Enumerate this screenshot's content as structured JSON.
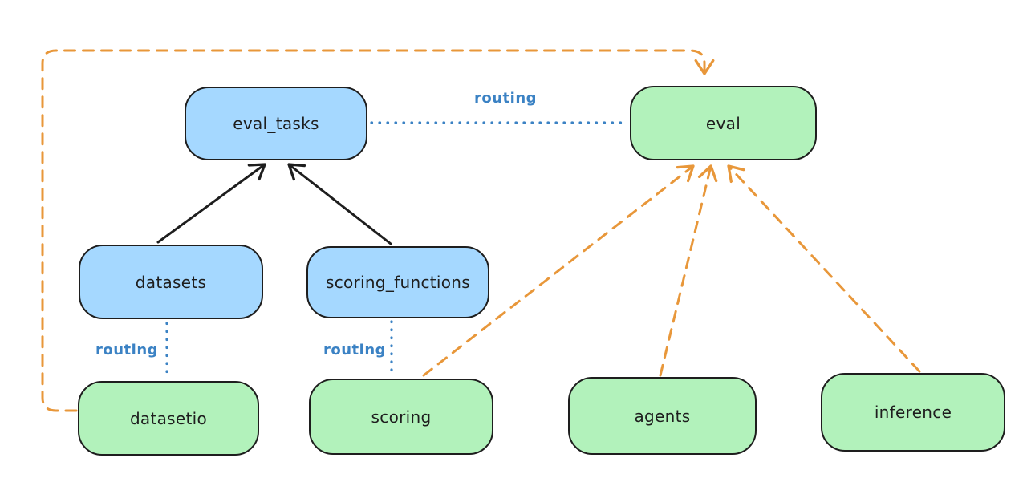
{
  "diagram": {
    "nodes": [
      {
        "id": "eval_tasks",
        "label": "eval_tasks",
        "fill": "#a5d8ff"
      },
      {
        "id": "eval",
        "label": "eval",
        "fill": "#b2f2bb"
      },
      {
        "id": "datasets",
        "label": "datasets",
        "fill": "#a5d8ff"
      },
      {
        "id": "scoring_functions",
        "label": "scoring_functions",
        "fill": "#a5d8ff"
      },
      {
        "id": "datasetio",
        "label": "datasetio",
        "fill": "#b2f2bb"
      },
      {
        "id": "scoring",
        "label": "scoring",
        "fill": "#b2f2bb"
      },
      {
        "id": "agents",
        "label": "agents",
        "fill": "#b2f2bb"
      },
      {
        "id": "inference",
        "label": "inference",
        "fill": "#b2f2bb"
      }
    ],
    "edges": [
      {
        "from": "datasets",
        "to": "eval_tasks",
        "style": "solid-arrow",
        "color": "#1e1e1e",
        "label": ""
      },
      {
        "from": "scoring_functions",
        "to": "eval_tasks",
        "style": "solid-arrow",
        "color": "#1e1e1e",
        "label": ""
      },
      {
        "from": "eval_tasks",
        "to": "eval",
        "style": "dotted",
        "color": "#3b82c4",
        "label": "routing"
      },
      {
        "from": "datasets",
        "to": "datasetio",
        "style": "dotted",
        "color": "#3b82c4",
        "label": "routing"
      },
      {
        "from": "scoring_functions",
        "to": "scoring",
        "style": "dotted",
        "color": "#3b82c4",
        "label": "routing"
      },
      {
        "from": "datasetio",
        "to": "eval",
        "style": "dashed-arrow",
        "color": "#e8973a",
        "label": ""
      },
      {
        "from": "scoring",
        "to": "eval",
        "style": "dashed-arrow",
        "color": "#e8973a",
        "label": ""
      },
      {
        "from": "agents",
        "to": "eval",
        "style": "dashed-arrow",
        "color": "#e8973a",
        "label": ""
      },
      {
        "from": "inference",
        "to": "eval",
        "style": "dashed-arrow",
        "color": "#e8973a",
        "label": ""
      }
    ],
    "colors": {
      "node_stroke": "#1e1e1e",
      "blue_fill": "#a5d8ff",
      "green_fill": "#b2f2bb",
      "routing_blue": "#3b82c4",
      "orange": "#e8973a",
      "background": "#ffffff"
    }
  }
}
